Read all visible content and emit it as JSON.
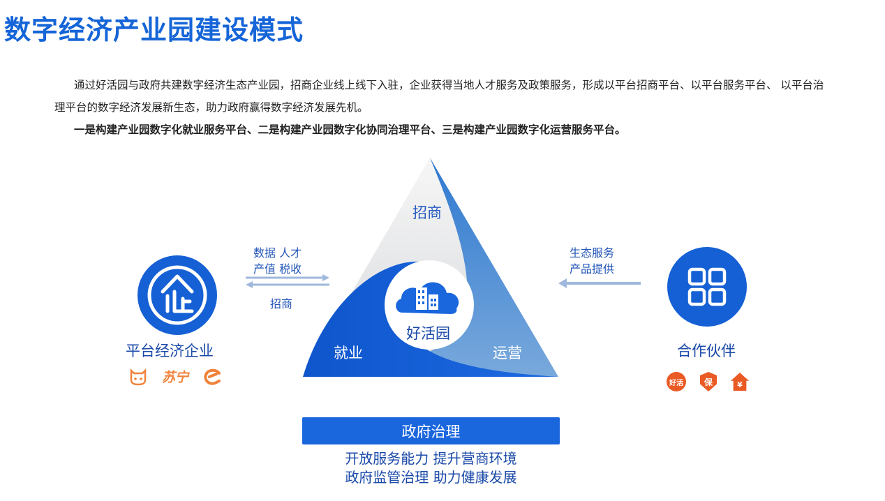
{
  "page_title": "数字经济产业园建设模式",
  "intro": {
    "paragraph_1": "通过好活园与政府共建数字经济生态产业园，招商企业线上线下入驻，企业获得当地人才服务及政策服务，形成以平台招商平台、以平台服务平台、 以平台治理平台的数字经济发展新生态，助力政府赢得数字经济发展先机。",
    "paragraph_2": "一是构建产业园数字化就业服务平台、二是构建产业园数字化协同治理平台、三是构建产业园数字化运营服务平台。"
  },
  "triangle": {
    "top_label": "招商",
    "left_label": "就业",
    "right_label": "运营",
    "center_label": "好活园",
    "center_icon": "cloud-buildings-icon"
  },
  "left_flow": {
    "line_1": "数据  人才",
    "line_2": "产值  税收",
    "line_3": "招商"
  },
  "right_flow": {
    "line_1": "生态服务",
    "line_2": "产品提供"
  },
  "left_entity": {
    "label": "平台经济企业",
    "icon": "enterprise-icon",
    "logos": [
      "hippo-logo",
      "suning-logo",
      "eleme-logo"
    ],
    "logo_color": "#f0823a",
    "suning_text": "苏宁"
  },
  "right_entity": {
    "label": "合作伙伴",
    "icon": "grid-apps-icon",
    "logos": [
      {
        "icon": "haohuo-logo",
        "text": "好活"
      },
      {
        "icon": "insurance-logo",
        "text": "保"
      },
      {
        "icon": "home-yuan-logo",
        "text": "¥"
      }
    ],
    "logo_color": "#ea5a24"
  },
  "government": {
    "bar_label": "政府治理",
    "line_1": "开放服务能力   提升营商环境",
    "line_2": "政府监管治理   助力健康发展"
  },
  "colors": {
    "brand_blue": "#1565d8",
    "dark_blue": "#1a49a8",
    "light_blue": "#5b96d6"
  }
}
